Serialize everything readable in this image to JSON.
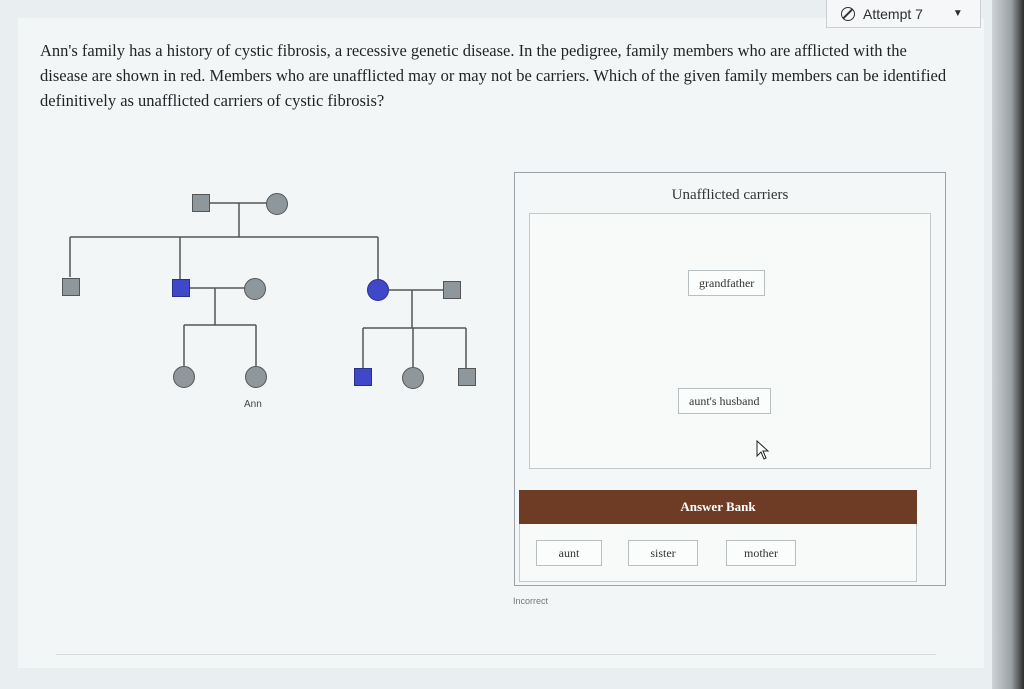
{
  "header": {
    "attempt_label": "Attempt 7"
  },
  "question": {
    "text": "Ann's family has a history of cystic fibrosis, a recessive genetic disease. In the pedigree, family members who are afflicted with the disease are shown in red. Members who are unafflicted may or may not be carriers. Which of the given family members can be identified definitively as unafflicted carriers of cystic fibrosis?"
  },
  "pedigree": {
    "proband_label": "Ann"
  },
  "dropzone": {
    "title": "Unafflicted carriers",
    "items": [
      "grandfather",
      "aunt's husband"
    ]
  },
  "answer_bank": {
    "title": "Answer Bank",
    "items": [
      "aunt",
      "sister",
      "mother"
    ]
  },
  "status": "Incorrect",
  "colors": {
    "afflicted": "#3f48c8",
    "unafflicted": "#8e979b",
    "bank_header": "#6e3c24"
  }
}
